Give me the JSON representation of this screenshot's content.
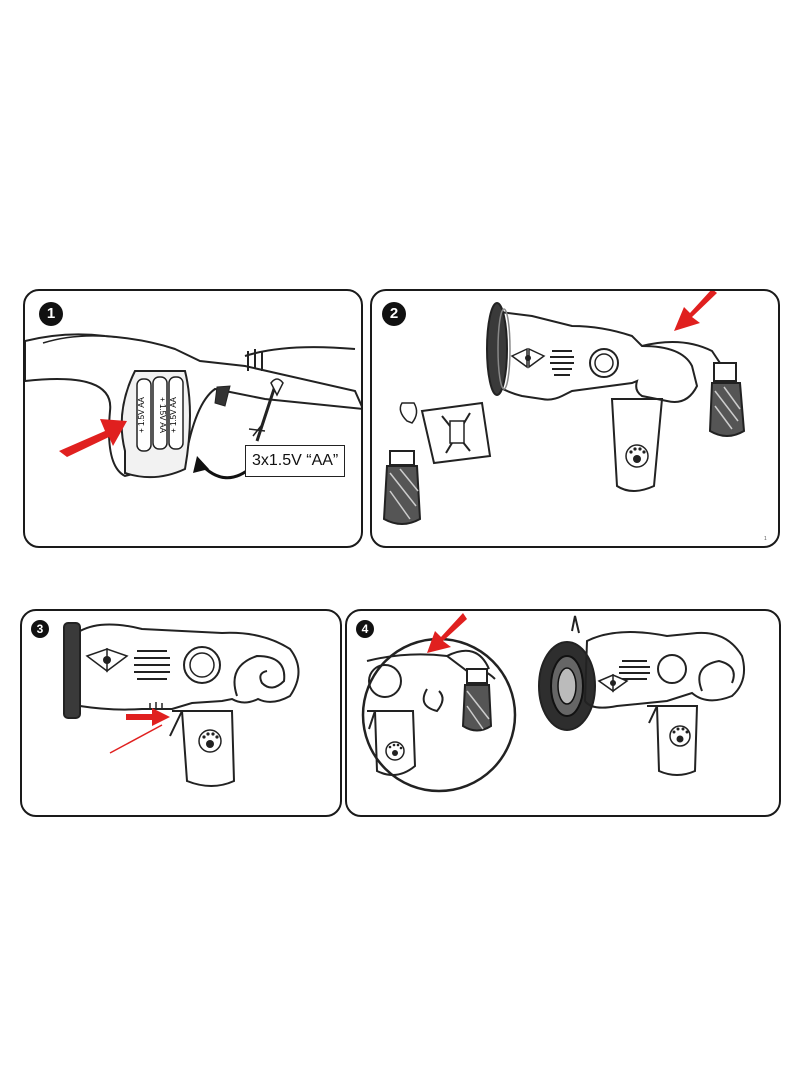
{
  "steps": [
    {
      "number": "1",
      "battery_label": "3x1.5V “AA”",
      "battery_cell_text": "+ 1.5V AA",
      "arrow_color": "#e0201f"
    },
    {
      "number": "2",
      "arrow_color": "#e0201f"
    },
    {
      "number": "3",
      "arrow_color": "#e0201f"
    },
    {
      "number": "4",
      "arrow_color": "#e0201f"
    }
  ],
  "page_mark": "1",
  "colors": {
    "ink": "#1a1a1a",
    "accent": "#e0201f",
    "background": "#ffffff"
  },
  "icons": [
    "paw-icon",
    "bow-icon",
    "screwdriver-icon",
    "red-arrow-icon"
  ]
}
